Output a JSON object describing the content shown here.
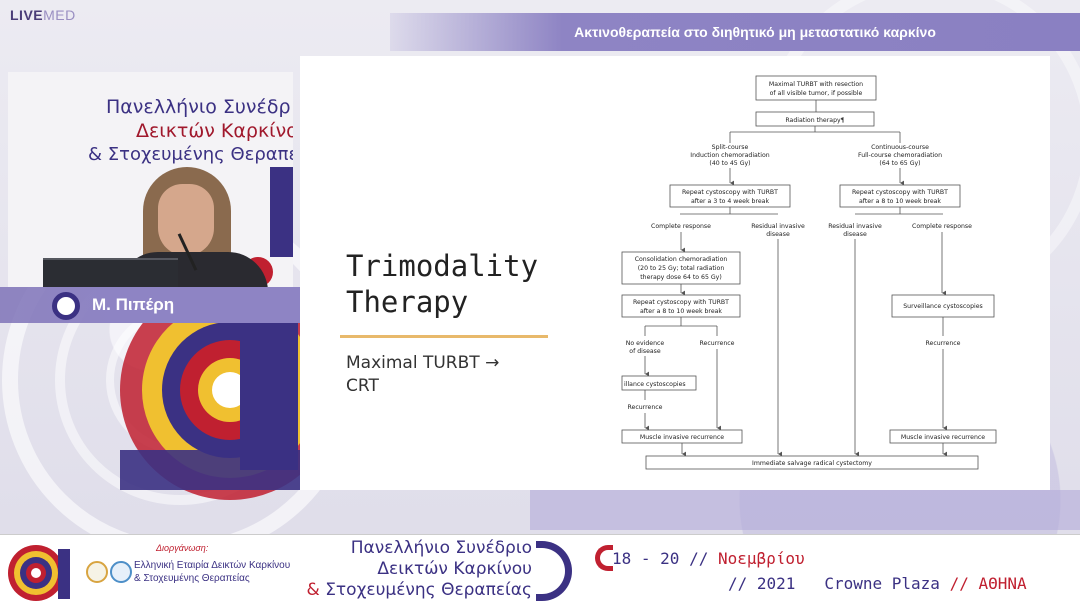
{
  "brand": {
    "logo_part1": "LIVE",
    "logo_part2": "MED"
  },
  "header": {
    "title": "Ακτινοθεραπεία στο διηθητικό μη μεταστατικό καρκίνο"
  },
  "speaker": {
    "name": "Μ. Πιπέρη",
    "banner_line1": "Πανελλήνιο Συνέδρ",
    "banner_line2": "Δεικτών Καρκίνο",
    "banner_line3": "& Στοχευμένης Θεραπεί"
  },
  "slide": {
    "title_line1": "Trimodality",
    "title_line2": "Therapy",
    "subtitle_line1": "Maximal TURBT →",
    "subtitle_line2": "CRT",
    "flowchart": {
      "top_box_1": "Maximal TURBT with resection",
      "top_box_2": "of all visible tumor, if possible",
      "rt_box": "Radiation therapy¶",
      "split_1": "Split-course",
      "split_2": "Induction chemoradiation",
      "split_3": "(40 to 45 Gy)",
      "cont_1": "Continuous-course",
      "cont_2": "Full-course chemoradiation",
      "cont_3": "(64 to 65 Gy)",
      "rc_left_1": "Repeat cystoscopy with TURBT",
      "rc_left_2": "after a 3 to 4 week break",
      "rc_right_1": "Repeat cystoscopy with TURBT",
      "rc_right_2": "after a 8 to 10 week break",
      "complete_left": "Complete response",
      "residual_left_1": "Residual invasive",
      "residual_left_2": "disease",
      "residual_right_1": "Residual invasive",
      "residual_right_2": "disease",
      "complete_right": "Complete response",
      "consol_1": "Consolidation chemoradiation",
      "consol_2": "(20 to 25 Gy; total radiation",
      "consol_3": "therapy dose 64 to 65 Gy)",
      "rc_mid_1": "Repeat cystoscopy with TURBT",
      "rc_mid_2": "after a 8 to 10 week break",
      "surv_right": "Surveillance cystoscopies",
      "no_evid_1": "No evidence",
      "no_evid_2": "of disease",
      "recurrence_mid": "Recurrence",
      "recurrence_right": "Recurrence",
      "surv_left": "illance cystoscopies",
      "recurrence_left": "Recurrence",
      "mir_left": "Muscle invasive recurrence",
      "mir_right": "Muscle invasive recurrence",
      "salvage": "Immediate salvage radical cystectomy"
    }
  },
  "footer": {
    "organizer_label": "Διοργάνωση:",
    "organizer_line1": "Ελληνική Εταιρία Δεικτών Καρκίνου",
    "organizer_line2": "& Στοχευμένης Θεραπείας",
    "conf_line1": "Πανελλήνιο Συνέδριο",
    "conf_line2": "Δεικτών Καρκίνου",
    "conf_line3_amp": "& ",
    "conf_line3": "Στοχευμένης Θεραπείας",
    "dates": "18 - 20",
    "dates_sep": " // ",
    "month": "Νοεμβρίου",
    "year_sep": "// ",
    "year": "2021",
    "venue": "Crowne Plaza",
    "venue_sep": " // ",
    "city": "ΑΘΗΝΑ"
  },
  "colors": {
    "accent_purple": "#8e84c4",
    "brand_navy": "#3b3183",
    "brand_red": "#c02030",
    "rule_gold": "#e8b96b"
  }
}
